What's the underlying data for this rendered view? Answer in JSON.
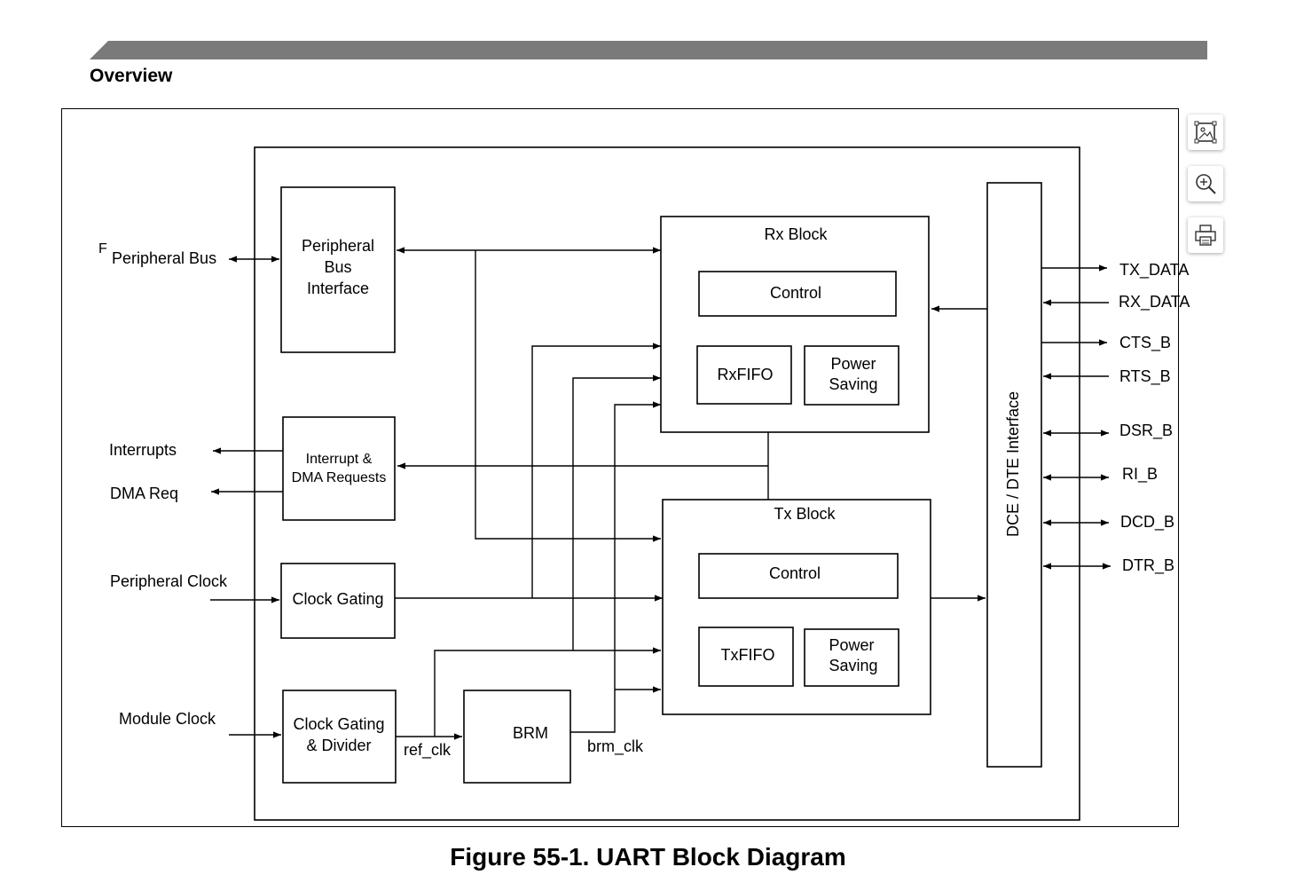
{
  "header": {
    "section_title": "Overview"
  },
  "figure": {
    "caption": "Figure 55-1. UART Block Diagram"
  },
  "toolbar": {
    "icons": [
      "image-view-icon",
      "zoom-in-icon",
      "print-icon"
    ]
  },
  "diagram": {
    "blocks": {
      "peripheral_bus_interface": [
        "Peripheral",
        "Bus",
        "Interface"
      ],
      "interrupt_dma": [
        "Interrupt &",
        "DMA Requests"
      ],
      "clock_gating": "Clock Gating",
      "clock_gating_divider": [
        "Clock Gating",
        "& Divider"
      ],
      "brm": "BRM",
      "rx_block": "Rx Block",
      "rx_control": "Control",
      "rxfifo": "RxFIFO",
      "rx_power_saving": [
        "Power",
        "Saving"
      ],
      "tx_block": "Tx Block",
      "tx_control": "Control",
      "txfifo": "TxFIFO",
      "tx_power_saving": [
        "Power",
        "Saving"
      ],
      "dce_dte_interface": "DCE / DTE Interface"
    },
    "external_labels": {
      "peripheral_bus": "Peripheral Bus",
      "stray_mark": "F",
      "interrupts": "Interrupts",
      "dma_req": "DMA Req",
      "peripheral_clock": "Peripheral Clock",
      "module_clock": "Module Clock",
      "ref_clk": "ref_clk",
      "brm_clk": "brm_clk"
    },
    "signals": [
      "TX_DATA",
      "RX_DATA",
      "CTS_B",
      "RTS_B",
      "DSR_B",
      "RI_B",
      "DCD_B",
      "DTR_B"
    ]
  }
}
